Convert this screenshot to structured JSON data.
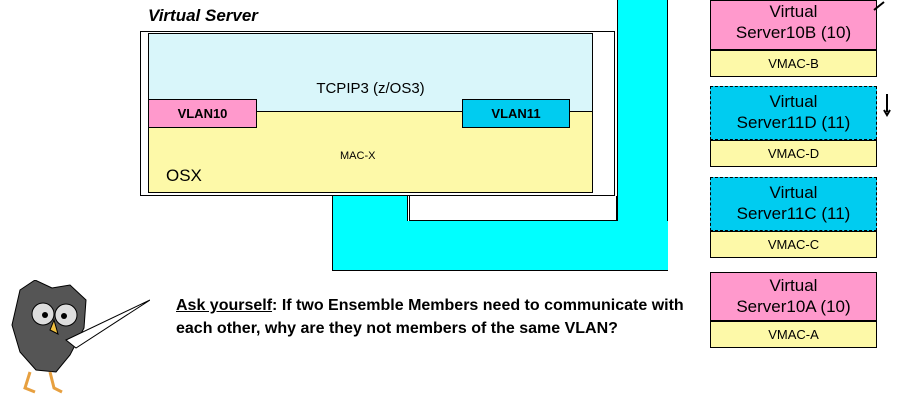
{
  "diagram": {
    "virtual_server_title": "Virtual Server",
    "tcpip_label": "TCPIP3 (z/OS3)",
    "vlan10_label": "VLAN10",
    "vlan11_label": "VLAN11",
    "mac_label": "MAC-X",
    "osx_label": "OSX"
  },
  "cards": [
    {
      "title": "Virtual\nServer10B (10)",
      "vmac": "VMAC-B",
      "color": "#ff99cc"
    },
    {
      "title": "Virtual\nServer11D (11)",
      "vmac": "VMAC-D",
      "color": "#00ccf0"
    },
    {
      "title": "Virtual\nServer11C (11)",
      "vmac": "VMAC-C",
      "color": "#00ccf0"
    },
    {
      "title": "Virtual\nServer10A (10)",
      "vmac": "VMAC-A",
      "color": "#ff99cc"
    }
  ],
  "callout": {
    "lead": "Ask yourself",
    "colon": ":",
    "text": "If two Ensemble Members need to communicate with each other, why are they not members of the same VLAN?"
  },
  "colors": {
    "pipe": "#00ffff",
    "tcpip_bg": "#d9f6fa",
    "osx_bg": "#fdf9a8"
  }
}
